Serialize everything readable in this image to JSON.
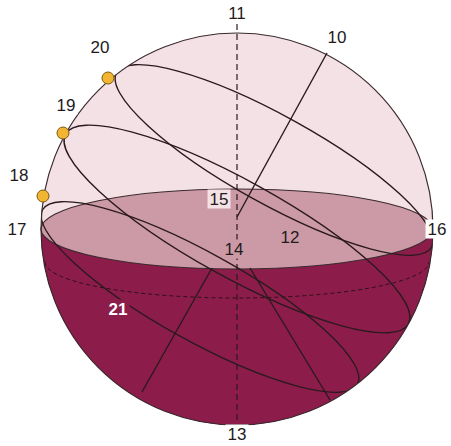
{
  "diagram": {
    "labels": [
      "11",
      "10",
      "20",
      "19",
      "15",
      "18",
      "17",
      "12",
      "16",
      "14",
      "21",
      "13"
    ]
  }
}
